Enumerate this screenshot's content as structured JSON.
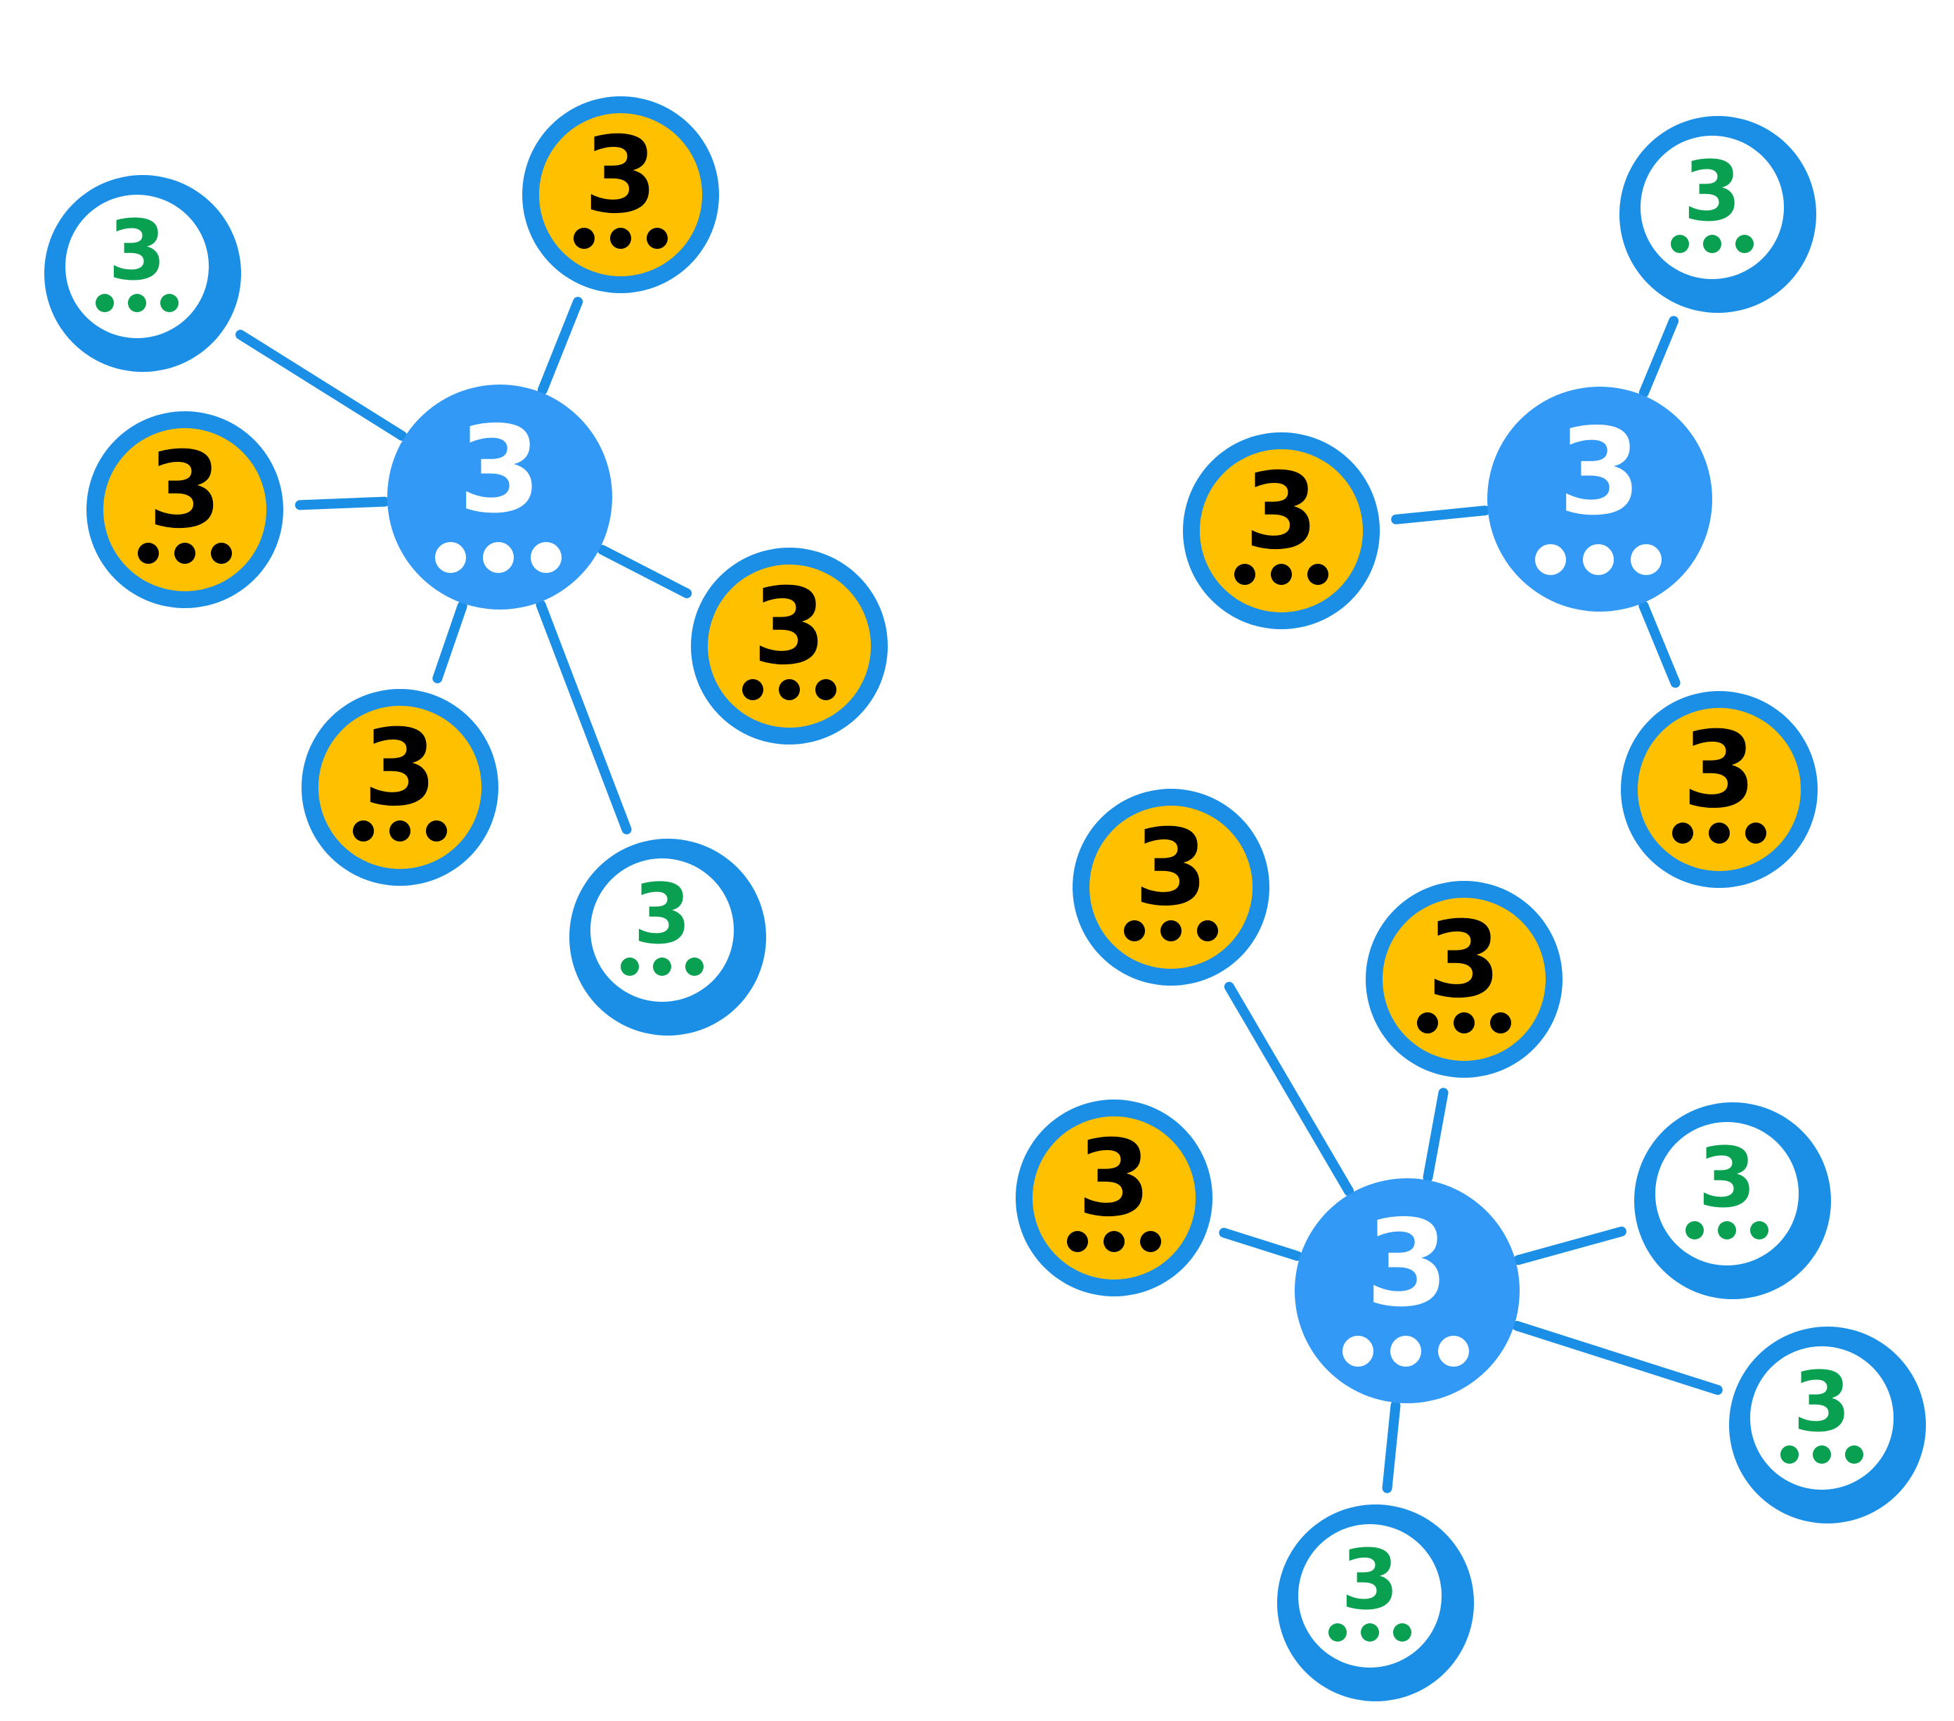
{
  "colors": {
    "background": "#ffffff",
    "edge": "#1b8fe6",
    "hub_fill": "#3399f7",
    "hub_text": "#ffffff",
    "yellow_fill": "#ffc000",
    "yellow_ring": "#1b8fe6",
    "yellow_text": "#000000",
    "white_fill": "#ffffff",
    "white_ring": "#1b8fe6",
    "white_text": "#0aa052"
  },
  "node_label": "3",
  "clusters": [
    {
      "name": "cluster-top-left",
      "hub": {
        "label": "3"
      },
      "leaves": [
        {
          "label": "3",
          "style": "white"
        },
        {
          "label": "3",
          "style": "yellow"
        },
        {
          "label": "3",
          "style": "yellow"
        },
        {
          "label": "3",
          "style": "yellow"
        },
        {
          "label": "3",
          "style": "yellow"
        },
        {
          "label": "3",
          "style": "white"
        }
      ]
    },
    {
      "name": "cluster-top-right",
      "hub": {
        "label": "3"
      },
      "leaves": [
        {
          "label": "3",
          "style": "white"
        },
        {
          "label": "3",
          "style": "yellow"
        },
        {
          "label": "3",
          "style": "yellow"
        }
      ]
    },
    {
      "name": "cluster-bottom",
      "hub": {
        "label": "3"
      },
      "leaves": [
        {
          "label": "3",
          "style": "yellow"
        },
        {
          "label": "3",
          "style": "yellow"
        },
        {
          "label": "3",
          "style": "yellow"
        },
        {
          "label": "3",
          "style": "white"
        },
        {
          "label": "3",
          "style": "white"
        },
        {
          "label": "3",
          "style": "white"
        }
      ]
    }
  ]
}
